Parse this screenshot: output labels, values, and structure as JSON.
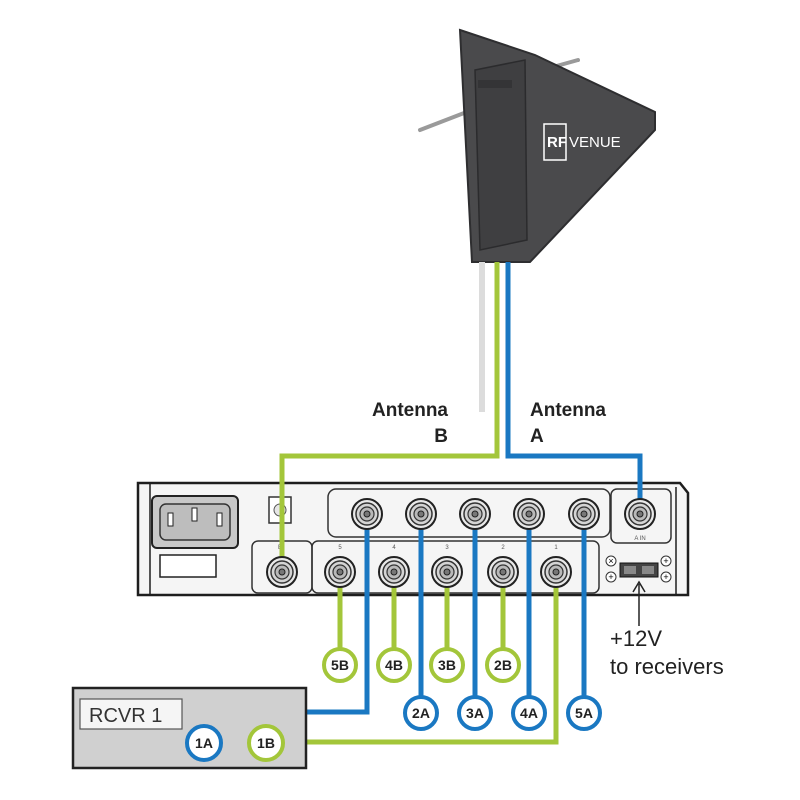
{
  "colors": {
    "antenna_a": "#1a78c2",
    "antenna_b": "#a3c63a",
    "antenna_body": "#4a4a4c",
    "chassis_fill": "#f3f3f3",
    "receiver_fill": "#d0d0d0"
  },
  "antenna": {
    "brand_rf": "RF",
    "brand_name": "VENUE",
    "label_b_line1": "Antenna",
    "label_b_line2": "B",
    "label_a_line1": "Antenna",
    "label_a_line2": "A"
  },
  "distro": {
    "input_a_label": "A IN",
    "input_b_label": "B",
    "port_numbers": [
      "5",
      "4",
      "3",
      "2",
      "1"
    ]
  },
  "power": {
    "line1": "+12V",
    "line2": "to receivers"
  },
  "outputs": {
    "b_labels": [
      "5B",
      "4B",
      "3B",
      "2B"
    ],
    "a_labels": [
      "2A",
      "3A",
      "4A",
      "5A"
    ]
  },
  "receiver": {
    "name": "RCVR 1",
    "port_a": "1A",
    "port_b": "1B"
  }
}
